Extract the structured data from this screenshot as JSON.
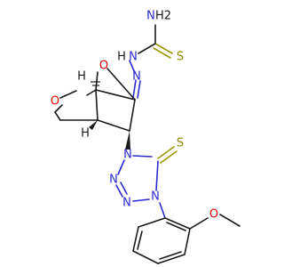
{
  "atoms": {
    "o_bridge": "O",
    "o_ring": "O",
    "n_amine": "N",
    "h2": "H2",
    "s_thio": "S",
    "n_h1": "N",
    "h_nh": "H",
    "n_h2": "N",
    "n_t1": "N",
    "n_t2": "N",
    "n_t3": "N",
    "n_t4": "N",
    "s_tz": "S",
    "o_ome": "O",
    "h_stereo1": "H",
    "h_stereo2": "H"
  },
  "colors": {
    "bond": "#1a1a1a",
    "oxygen": "#e00000",
    "nitrogen": "#2a2ad0",
    "sulfur": "#8a8a00"
  }
}
